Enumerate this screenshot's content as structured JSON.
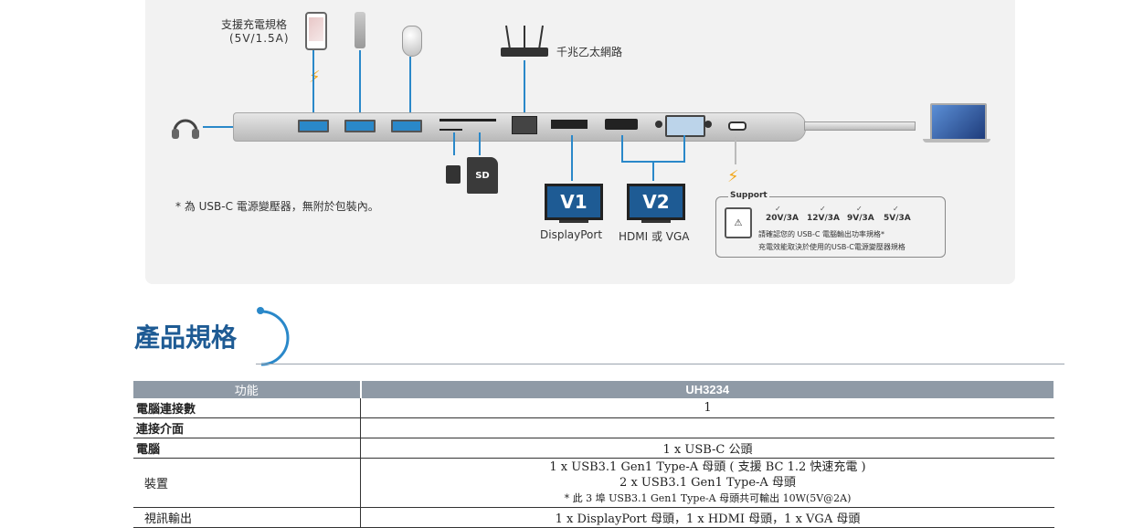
{
  "diagram": {
    "charging_label_line1": "支援充電規格",
    "charging_label_line2": "(5V/1.5A)",
    "ethernet_label": "千兆乙太網路",
    "adapter_note": "* 為 USB-C 電源變壓器，無附於包裝內。",
    "monitor1": "V1",
    "monitor2": "V2",
    "monitor1_caption": "DisplayPort",
    "monitor2_caption": "HDMI 或 VGA",
    "sd_label": "SD",
    "support": {
      "title": "Support",
      "ratings": [
        "20V/3A",
        "12V/3A",
        "9V/3A",
        "5V/3A"
      ],
      "note1": "請確認您的 USB-C 電腦輸出功率規格*",
      "note2": "充電效能取決於使用的USB-C電源變壓器規格"
    }
  },
  "section_title": "產品規格",
  "table": {
    "header_feature": "功能",
    "header_model": "UH3234",
    "rows": [
      {
        "label": "電腦連接數",
        "value": "1"
      },
      {
        "label": "連接介面",
        "value": ""
      },
      {
        "label": "電腦",
        "value": "1 x USB-C 公頭"
      },
      {
        "label": "裝置",
        "line1": "1 x USB3.1 Gen1 Type-A 母頭 ( 支援 BC 1.2 快速充電 )",
        "line2": "2 x USB3.1 Gen1 Type-A 母頭",
        "line3": "* 此 3 埠 USB3.1 Gen1 Type-A 母頭共可輸出 10W(5V@2A)"
      },
      {
        "label": "視訊輸出",
        "value": "1 x DisplayPort 母頭，1 x HDMI 母頭，1 x VGA 母頭"
      }
    ]
  },
  "colors": {
    "accent": "#1e5b94",
    "line_blue": "#2a88c9",
    "header_gray": "#8f9aa6",
    "bolt": "#f2a81d"
  }
}
